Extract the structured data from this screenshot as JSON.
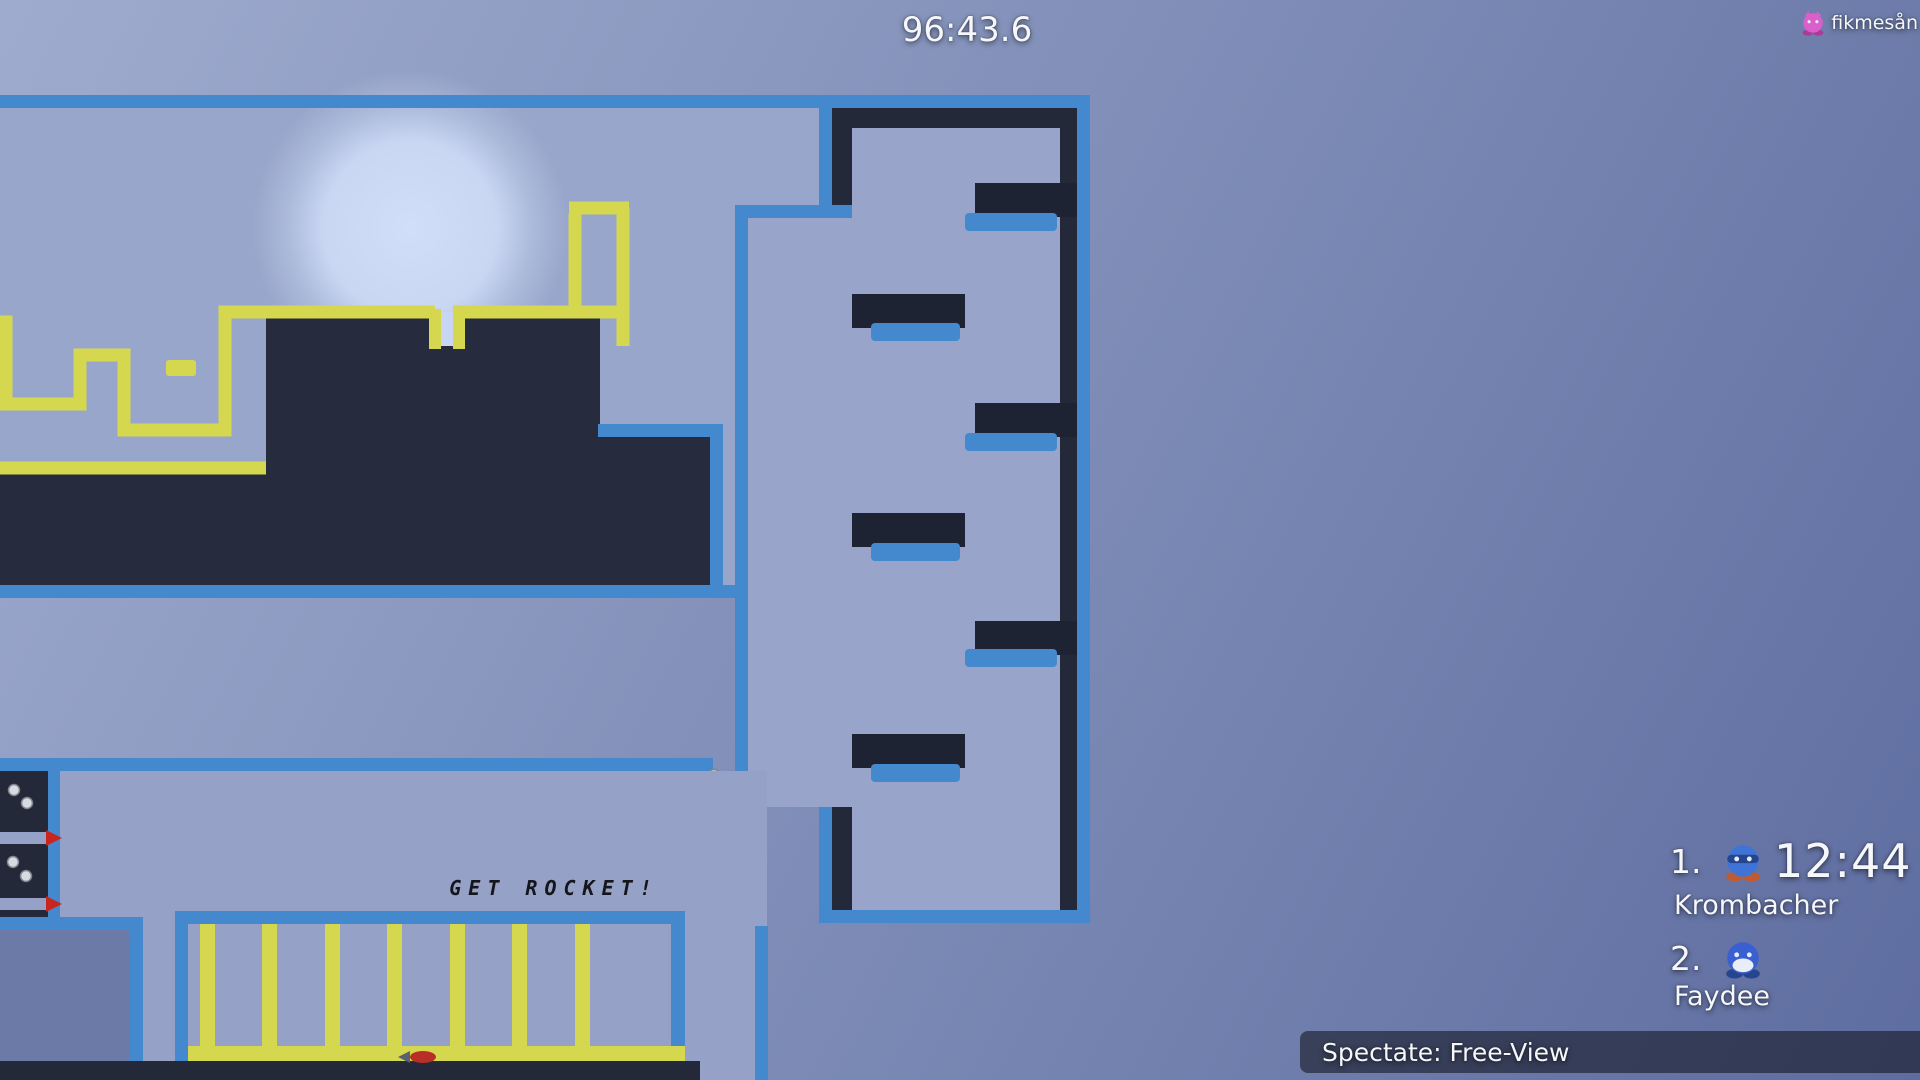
{
  "hud": {
    "timer": "96:43.6",
    "player_label": "fikmesån",
    "spectate_label": "Spectate: Free-View"
  },
  "map": {
    "sign_text": "GET ROCKET!"
  },
  "scoreboard": {
    "entries": [
      {
        "rank": "1.",
        "name": "Krombacher",
        "time": "12:44"
      },
      {
        "rank": "2.",
        "name": "Faydee",
        "time": ""
      }
    ]
  },
  "theme": {
    "bg_top": "#9fabce",
    "bg_mid": "#8492bb",
    "bg_bottom": "#5e6da0",
    "tile_blue": "#4489cd",
    "dark_navy": "#262c3d",
    "wall_dark": "#232938",
    "block_dark": "#1d2332",
    "freeze_yellow": "#d5d84f",
    "air_light": "#98a4ca",
    "interior_light": "#99a6cb",
    "interior2_light": "#95a1c7",
    "column_blue": "#6b7aa7",
    "moon_glow": "#d3e1fb",
    "slit_light": "#c8d6f4",
    "pickup_gray": "#d6dae1",
    "sign_color": "#14161c",
    "red_marker": "#c8251f",
    "hud_text": "#f5f7fb",
    "bar_bg": "rgba(12,14,24,0.55)",
    "tee1_body": "#3f74d6",
    "tee1_feet": "#bf5b33",
    "tee1_band": "#26458f",
    "tee2_body": "#3a5fd0",
    "tee2_feet": "#26458f",
    "tee2_belly": "#e9edf5",
    "tee_pink_body": "#da5ecb",
    "tee_pink_feet": "#a83c99"
  }
}
